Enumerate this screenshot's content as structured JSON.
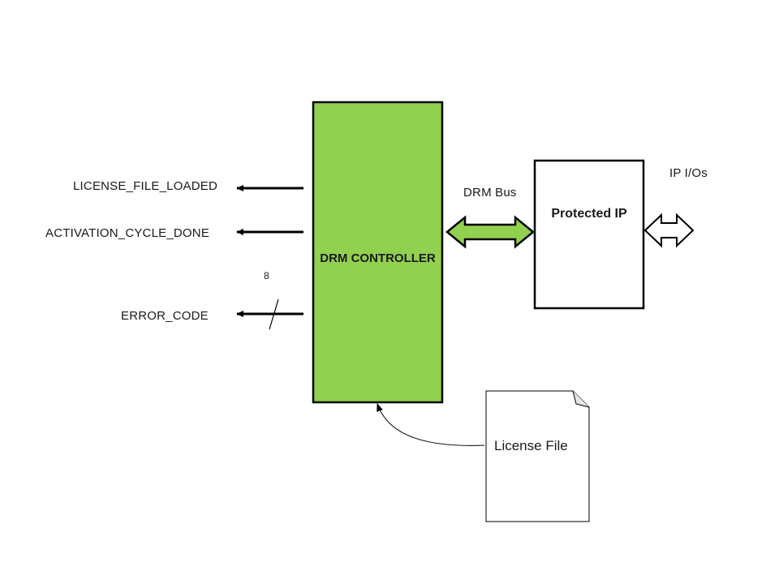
{
  "signals": [
    {
      "name": "LICENSE_FILE_LOADED"
    },
    {
      "name": "ACTIVATION_CYCLE_DONE"
    },
    {
      "name": "ERROR_CODE",
      "bus_width": "8"
    }
  ],
  "drm_controller": {
    "label": "DRM CONTROLLER",
    "color": "#92d050"
  },
  "drm_bus": {
    "label": "DRM Bus",
    "color": "#92d050"
  },
  "protected_ip": {
    "label": "Protected IP"
  },
  "ip_ios": {
    "label": "IP I/Os"
  },
  "license_file": {
    "label": "License File"
  }
}
